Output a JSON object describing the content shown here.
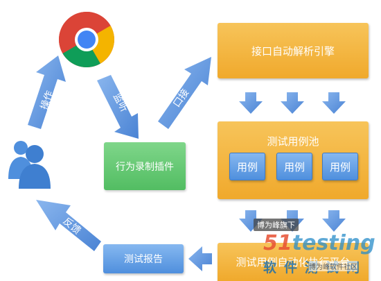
{
  "nodes": {
    "engine": "接口自动解析引擎",
    "pool": "测试用例池",
    "cases": [
      "用例",
      "用例",
      "用例"
    ],
    "plugin": "行为录制插件",
    "report": "测试报告",
    "platform": "测试用例自动化执行平台"
  },
  "edges": {
    "operate": "操作",
    "listen": "监听",
    "interface": "口接",
    "feedback": "反馈"
  },
  "watermark": {
    "tag": "博为峰旗下",
    "logo_num": "51",
    "logo_text": "testing",
    "sub": "软件测试网",
    "small": "博为峰软件社区"
  },
  "colors": {
    "orange": "#f0a92c",
    "green": "#52bd62",
    "blue": "#4f8fdd",
    "arrow": "#5b8fd8"
  }
}
